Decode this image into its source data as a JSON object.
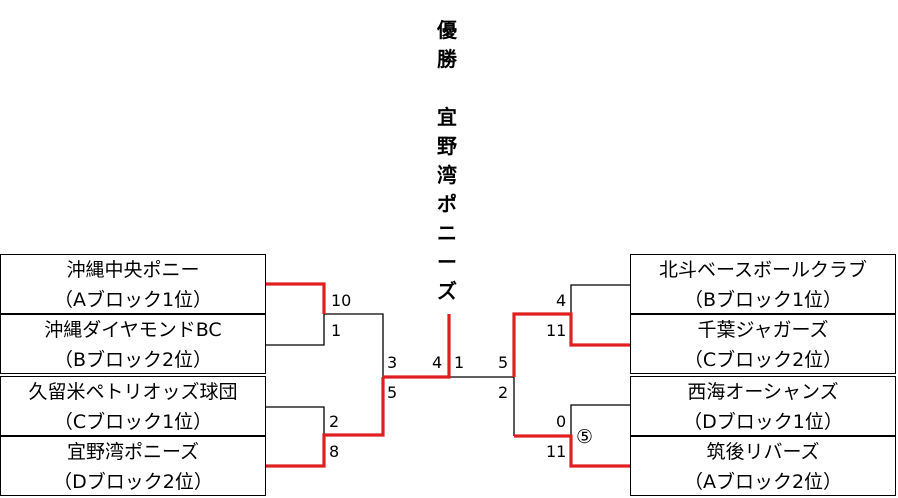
{
  "champion": {
    "heading": [
      "優",
      "勝"
    ],
    "team_chars": [
      "宜",
      "野",
      "湾",
      "ポ",
      "ニ",
      "ー",
      "ズ"
    ]
  },
  "left_teams": [
    {
      "name": "沖縄中央ポニー",
      "rank": "（Aブロック1位）"
    },
    {
      "name": "沖縄ダイヤモンドBC",
      "rank": "（Bブロック2位）"
    },
    {
      "name": "久留米ペトリオッズ球団",
      "rank": "（Cブロック1位）"
    },
    {
      "name": "宜野湾ポニーズ",
      "rank": "（Dブロック2位）"
    }
  ],
  "right_teams": [
    {
      "name": "北斗ベースボールクラブ",
      "rank": "（Bブロック1位）"
    },
    {
      "name": "千葉ジャガーズ",
      "rank": "（Cブロック2位）"
    },
    {
      "name": "西海オーシャンズ",
      "rank": "（Dブロック1位）"
    },
    {
      "name": "筑後リバーズ",
      "rank": "（Aブロック2位）"
    }
  ],
  "scores": {
    "l1_top": "10",
    "l1_bottom": "1",
    "l2_top": "2",
    "l2_bottom": "8",
    "lsemi_top": "3",
    "lsemi_bottom": "5",
    "final_left": "4",
    "final_right": "1",
    "rsemi_top": "5",
    "rsemi_bottom": "2",
    "r1_top": "4",
    "r1_bottom": "11",
    "r2_top": "0",
    "r2_bottom": "11"
  },
  "game_marker": "⑤",
  "colors": {
    "winner_line": "#e02020",
    "line": "#000000"
  }
}
